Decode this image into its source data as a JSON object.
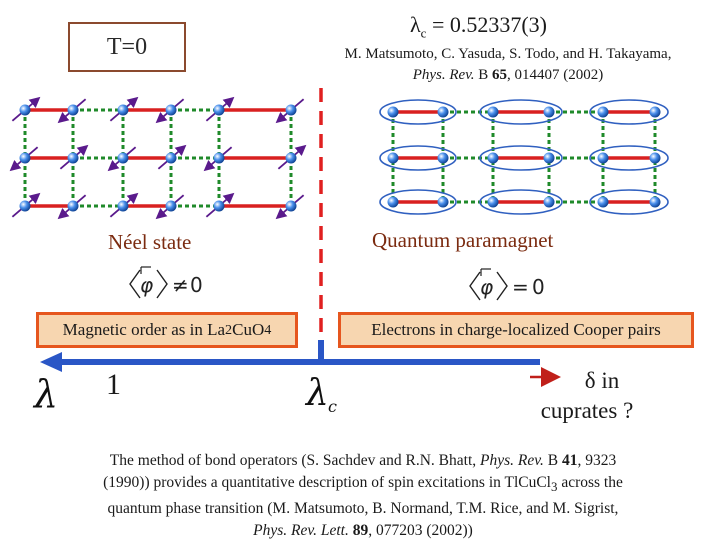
{
  "left": {
    "temperature_label": "T=0",
    "state_label": "Néel state",
    "order_formula": "⟨φ⟩ ≠ 0",
    "order_box": [
      "Magnetic order as in La",
      "2",
      "Cu",
      "O",
      "4"
    ]
  },
  "right": {
    "lambda_c": [
      "λ",
      "c",
      " = 0.52337(3)"
    ],
    "reference_line1": "M. Matsumoto, C. Yasuda, S. Todo, and H. Takayama,",
    "reference_line2": [
      "Phys. Rev.",
      " B ",
      "65",
      ", 014407 (2002)"
    ],
    "state_label": "Quantum paramagnet",
    "order_formula": "⟨φ⟩ = 0",
    "order_box": "Electrons in charge-localized Cooper pairs"
  },
  "axis": {
    "lambda_symbol": "λ",
    "left_value": "1",
    "critical_symbol": [
      "λ",
      "c"
    ],
    "delta_label": "δ in",
    "delta_label2": "cuprates ?"
  },
  "footer": {
    "line1": [
      "The method of bond operators (S. Sachdev and R.N. Bhatt, ",
      "Phys. Rev.",
      " B ",
      "41",
      ", 9323"
    ],
    "line2": [
      "(1990)) provides a quantitative description of spin excitations in TlCuCl",
      "3",
      " across the"
    ],
    "line3": "quantum phase transition (M. Matsumoto, B. Normand, T.M. Rice, and M. Sigrist,",
    "line4": [
      "Phys. Rev. Lett.",
      " ",
      "89",
      ", 077203 (2002))"
    ]
  },
  "colors": {
    "bond_red": "#d92020",
    "bond_green": "#1f8a2a",
    "site_blue": "#1e6fd9",
    "spin_purple": "#5a1a8c",
    "axis_blue": "#2a56c6",
    "divider_red": "#e02020",
    "box_fill": "#f7d6b0",
    "box_border": "#e6561e"
  }
}
